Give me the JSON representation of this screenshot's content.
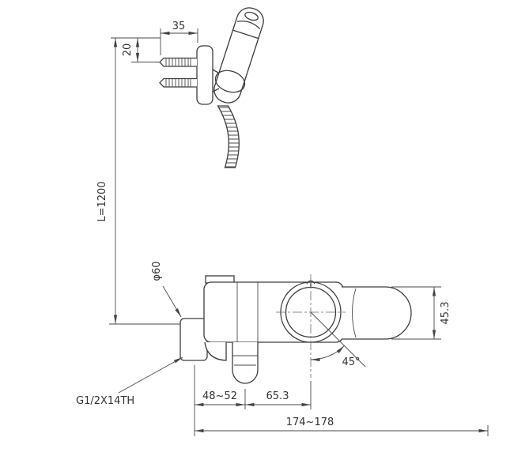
{
  "dims": {
    "screw_length": "35",
    "screw_offset": "20",
    "hose_length": "L=1200",
    "flange_diameter": "φ60",
    "body_height": "45.3",
    "swivel_angle": "45°",
    "wall_clearance": "48~52",
    "spout_to_handle": "65.3",
    "overall_depth": "174~178",
    "thread_spec": "G1/2X14TH"
  }
}
